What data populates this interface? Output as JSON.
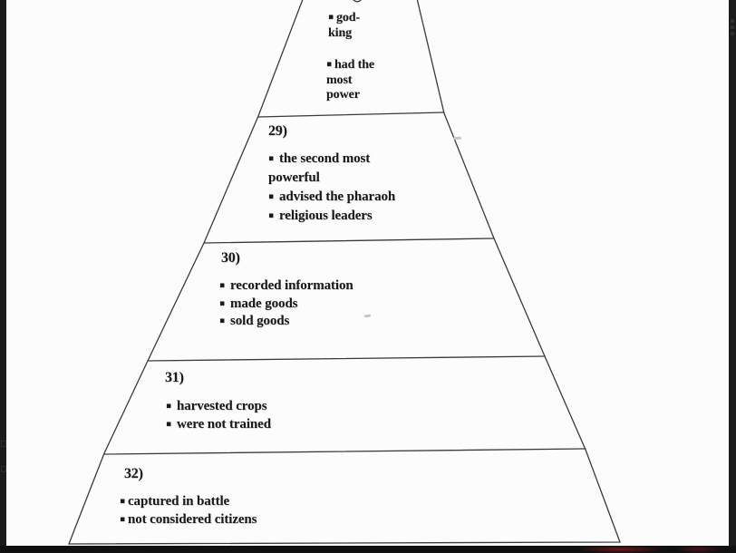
{
  "page": {
    "background": "#fcfcfc",
    "text_color": "#1a1a1a",
    "line_color": "#3a3a3c",
    "bar_color": "#1b1b1b"
  },
  "pyramid": {
    "bullet_glyph": "▪",
    "levels": [
      {
        "name": "pharaoh-top-level",
        "bullets": [
          "god-king",
          "had the most power"
        ]
      },
      {
        "name": "level-29",
        "label": "29)",
        "bullets": [
          "the second most powerful",
          "advised the pharaoh",
          "religious leaders"
        ]
      },
      {
        "name": "level-30",
        "label": "30)",
        "bullets": [
          "recorded information",
          "made goods",
          "sold goods"
        ]
      },
      {
        "name": "level-31",
        "label": "31)",
        "bullets": [
          "harvested crops",
          "were not trained"
        ]
      },
      {
        "name": "level-32",
        "label": "32)",
        "bullets": [
          "captured in battle",
          "not considered citizens"
        ]
      }
    ]
  }
}
